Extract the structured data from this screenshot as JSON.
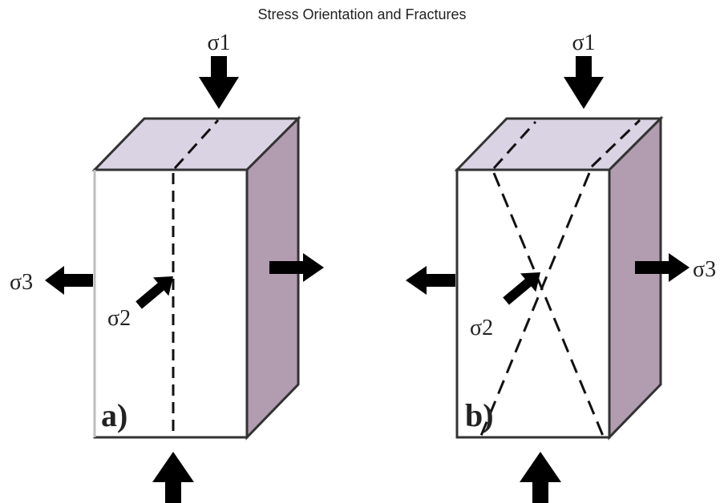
{
  "title": "Stress Orientation and Fractures",
  "labels": {
    "sigma1": "σ1",
    "sigma2": "σ2",
    "sigma3": "σ3"
  },
  "panels": [
    {
      "id": "a",
      "label": "a)"
    },
    {
      "id": "b",
      "label": "b)"
    }
  ],
  "colors": {
    "top_face": "#d9d3e3",
    "side_face": "#b29cb0",
    "front_face": "#ffffff",
    "outline": "#333333",
    "arrow": "#000000"
  }
}
